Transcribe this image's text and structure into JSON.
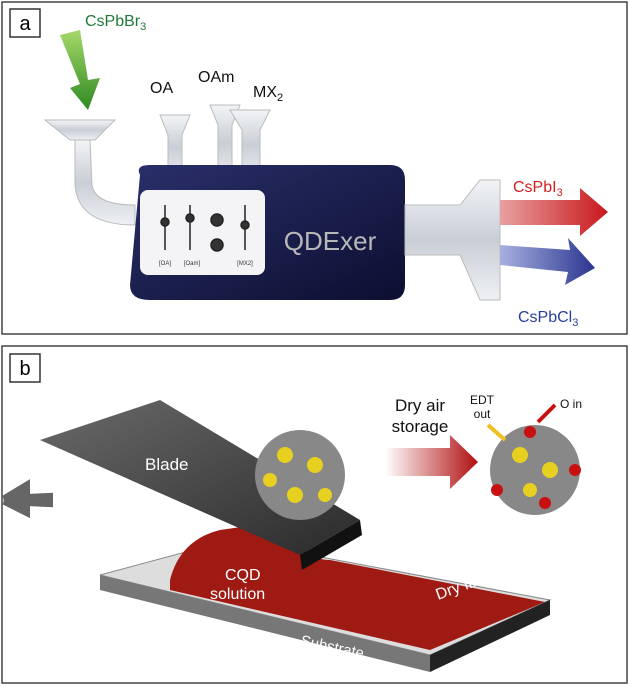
{
  "panel_a": {
    "label": "a",
    "precursor": {
      "base": "CsPbBr",
      "sub": "3"
    },
    "reagents": [
      {
        "base": "OA",
        "sub": ""
      },
      {
        "base": "OAm",
        "sub": ""
      },
      {
        "base": "MX",
        "sub": "2"
      }
    ],
    "device_name": "QDExer",
    "device_panel_labels": [
      "[OA]",
      "[Oam]",
      "[MX2]"
    ],
    "products": [
      {
        "base": "CsPbI",
        "sub": "3",
        "color": "#d42020"
      },
      {
        "base": "CsPbCl",
        "sub": "3",
        "color": "#2a3f9a"
      }
    ],
    "precursor_color": "#1f7a3a"
  },
  "panel_b": {
    "label": "b",
    "blade": "Blade",
    "process_line1": "Dry air",
    "process_line2": "storage",
    "ligand_out_line1": "EDT",
    "ligand_out_line2": "out",
    "oxygen_in": "O in",
    "solution_line1": "CQD",
    "solution_line2": "solution",
    "film": "Dry film",
    "substrate": "Substrate"
  }
}
